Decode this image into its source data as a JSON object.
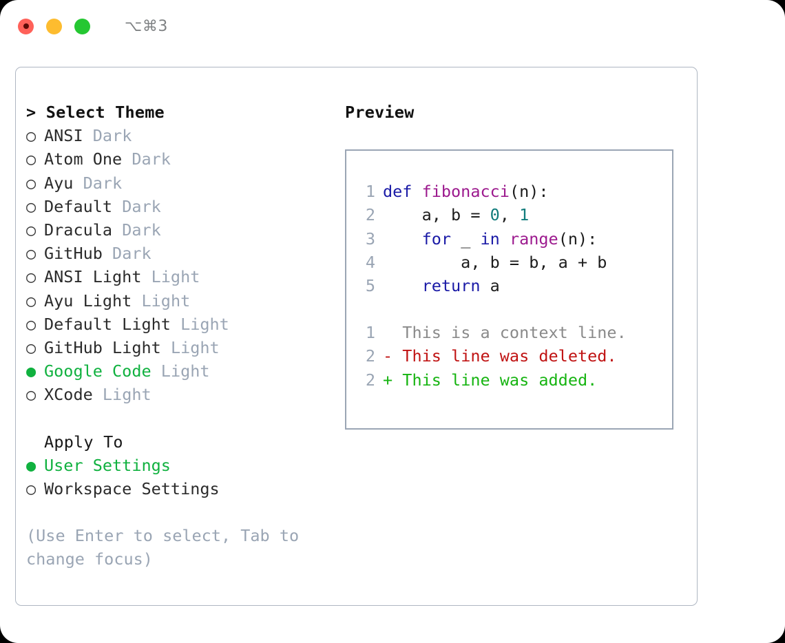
{
  "titlebar": {
    "shortcut": "⌥⌘3",
    "lights": [
      {
        "name": "close-button",
        "color": "#ff6159"
      },
      {
        "name": "minimize-button",
        "color": "#fdbc2f"
      },
      {
        "name": "maximize-button",
        "color": "#25c732"
      }
    ]
  },
  "colors": {
    "accent_green": "#10b13f",
    "muted": "#9aa5b4",
    "text": "#2b2b2b",
    "border": "#aeb6c2",
    "keyword": "#1a1aa6",
    "function": "#9c1a8e",
    "number": "#0f7b7b",
    "diff_add": "#16b411",
    "diff_del": "#c01313",
    "diff_ctx": "#8a8a8a"
  },
  "theme_selector": {
    "heading": "Select Theme",
    "prompt": ">",
    "bullet_selected": "●",
    "bullet_unselected": "○",
    "items": [
      {
        "name": "ANSI",
        "kind": "Dark",
        "selected": false
      },
      {
        "name": "Atom One",
        "kind": "Dark",
        "selected": false
      },
      {
        "name": "Ayu",
        "kind": "Dark",
        "selected": false
      },
      {
        "name": "Default",
        "kind": "Dark",
        "selected": false
      },
      {
        "name": "Dracula",
        "kind": "Dark",
        "selected": false
      },
      {
        "name": "GitHub",
        "kind": "Dark",
        "selected": false
      },
      {
        "name": "ANSI Light",
        "kind": "Light",
        "selected": false
      },
      {
        "name": "Ayu Light",
        "kind": "Light",
        "selected": false
      },
      {
        "name": "Default Light",
        "kind": "Light",
        "selected": false
      },
      {
        "name": "GitHub Light",
        "kind": "Light",
        "selected": false
      },
      {
        "name": "Google Code",
        "kind": "Light",
        "selected": true
      },
      {
        "name": "XCode",
        "kind": "Light",
        "selected": false
      }
    ]
  },
  "apply_to": {
    "label": "Apply To",
    "options": [
      {
        "name": "User Settings",
        "selected": true
      },
      {
        "name": "Workspace Settings",
        "selected": false
      }
    ]
  },
  "hint": "(Use Enter to select, Tab to change focus)",
  "preview": {
    "title": "Preview",
    "code_lines": [
      {
        "number": "1",
        "tokens": [
          {
            "text": "def ",
            "type": "kw"
          },
          {
            "text": "fibonacci",
            "type": "fn"
          },
          {
            "text": "(n):",
            "type": "punc"
          }
        ]
      },
      {
        "number": "2",
        "tokens": [
          {
            "text": "    a, b = ",
            "type": "plain"
          },
          {
            "text": "0",
            "type": "num"
          },
          {
            "text": ", ",
            "type": "plain"
          },
          {
            "text": "1",
            "type": "num"
          }
        ]
      },
      {
        "number": "3",
        "tokens": [
          {
            "text": "    ",
            "type": "plain"
          },
          {
            "text": "for",
            "type": "kw"
          },
          {
            "text": " _ ",
            "type": "plain"
          },
          {
            "text": "in",
            "type": "kw"
          },
          {
            "text": " ",
            "type": "plain"
          },
          {
            "text": "range",
            "type": "fn"
          },
          {
            "text": "(n):",
            "type": "punc"
          }
        ]
      },
      {
        "number": "4",
        "tokens": [
          {
            "text": "        a, b = b, a + b",
            "type": "plain"
          }
        ]
      },
      {
        "number": "5",
        "tokens": [
          {
            "text": "    ",
            "type": "plain"
          },
          {
            "text": "return",
            "type": "kw"
          },
          {
            "text": " a",
            "type": "plain"
          }
        ]
      }
    ],
    "diff_lines": [
      {
        "number": "1",
        "marker": " ",
        "text": " This is a context line.",
        "type": "ctx"
      },
      {
        "number": "2",
        "marker": "-",
        "text": " This line was deleted.",
        "type": "del"
      },
      {
        "number": "2",
        "marker": "+",
        "text": " This line was added.",
        "type": "add"
      }
    ]
  }
}
